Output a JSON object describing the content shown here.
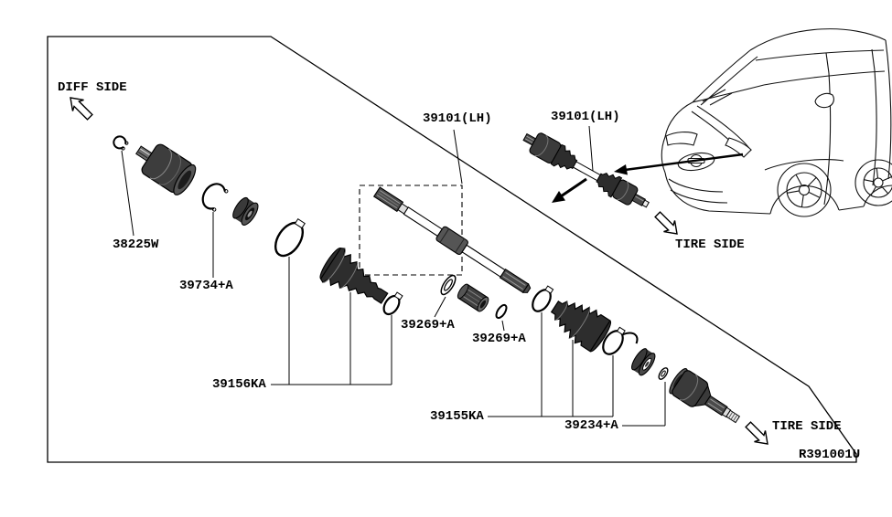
{
  "diagram_code": "R391001U",
  "side_labels": {
    "diff_side": "DIFF SIDE",
    "tire_side_upper": "TIRE SIDE",
    "tire_side_lower": "TIRE SIDE"
  },
  "part_labels": {
    "axle_assembly_left": "39101(LH)",
    "axle_assembly_right": "39101(LH)",
    "snap_ring_inner": "38225W",
    "snap_ring_joint": "39734+A",
    "spacer_upper": "39269+A",
    "spacer_lower": "39269+A",
    "inner_boot_kit": "39156KA",
    "outer_boot_kit": "39155KA",
    "dust_shield": "39234+A"
  }
}
